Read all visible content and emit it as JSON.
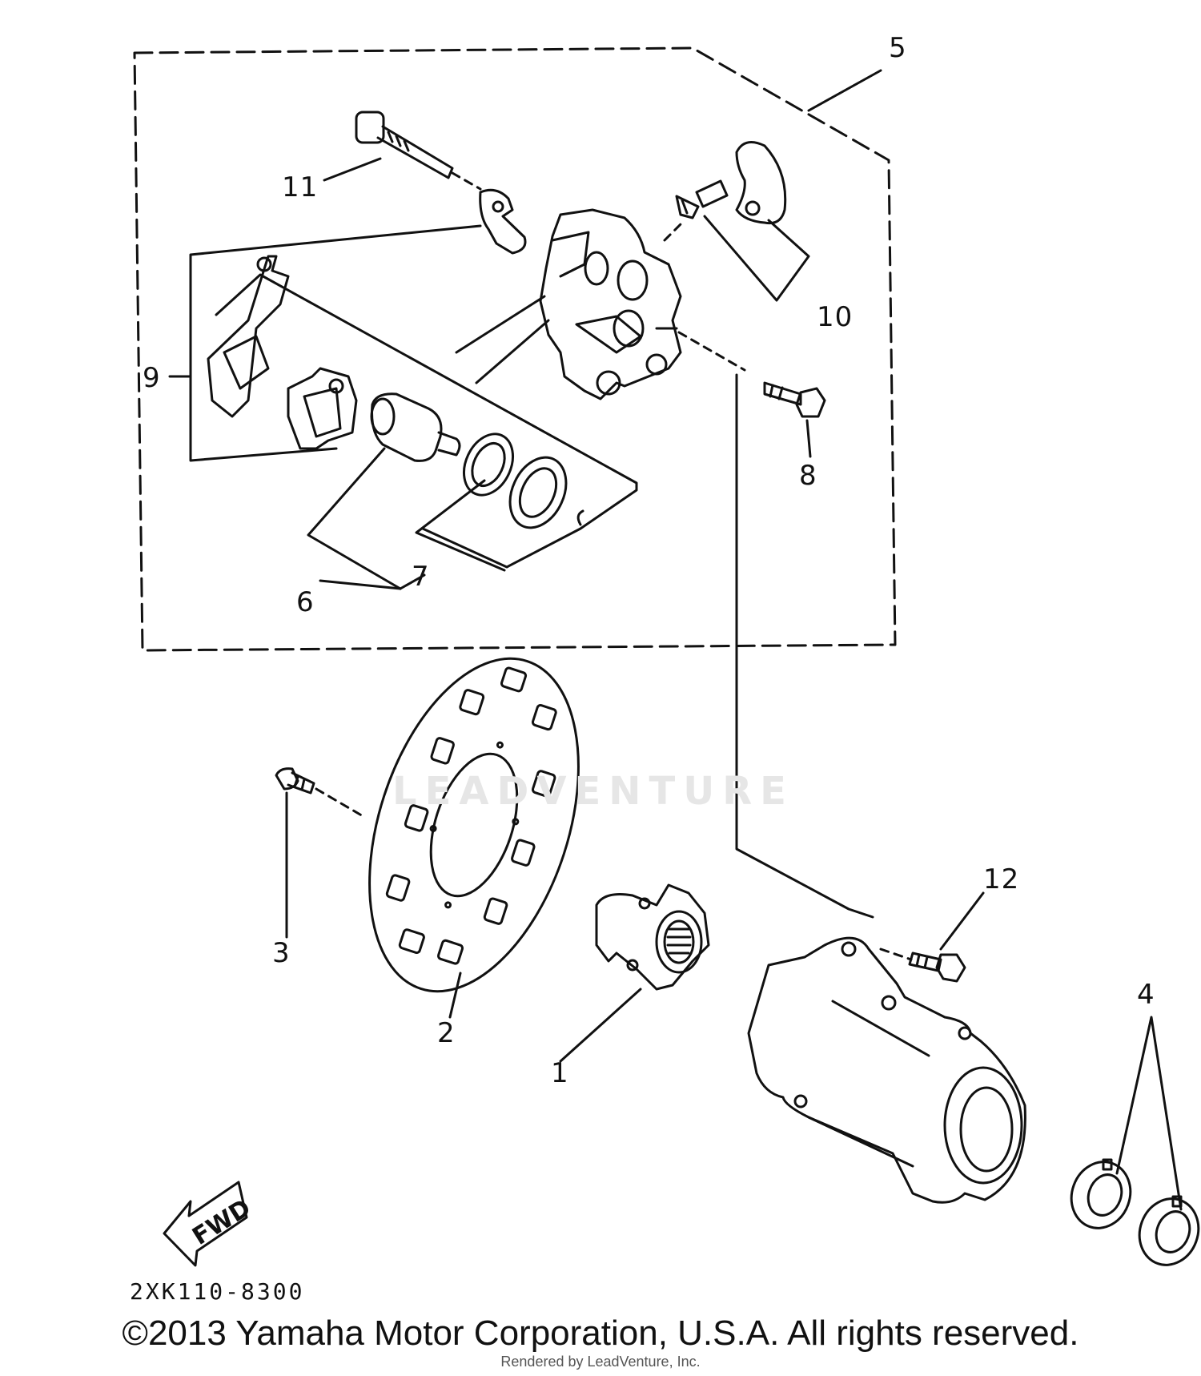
{
  "diagram": {
    "part_labels": [
      "1",
      "2",
      "3",
      "4",
      "5",
      "6",
      "7",
      "8",
      "9",
      "10",
      "11",
      "12"
    ],
    "fwd_label": "FWD",
    "diagram_code": "2XK110-8300",
    "watermark_text": "LEADVENTURE",
    "copyright": "©2013 Yamaha Motor Corporation, U.S.A. All rights reserved.",
    "rendered_by": "Rendered by LeadVenture, Inc."
  }
}
